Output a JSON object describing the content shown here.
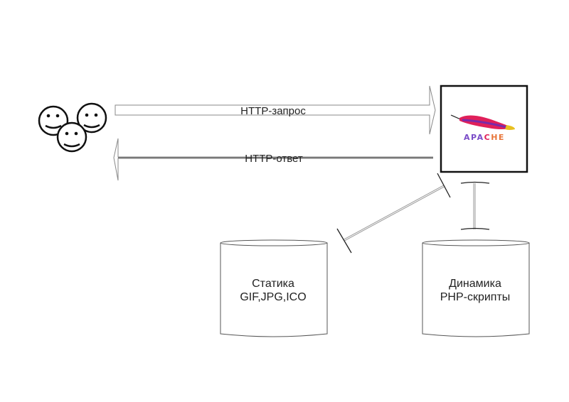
{
  "diagram": {
    "users": {
      "icon": "smiley-group-icon",
      "count": 3
    },
    "server": {
      "name": "APACHE",
      "icon": "apache-feather-icon",
      "colors": {
        "feather_red": "#e0205a",
        "feather_purple": "#7a2aa8",
        "feather_tip": "#e8c020",
        "text_left": "#7a4cc8",
        "text_right": "#e8763a"
      }
    },
    "arrows": {
      "request": {
        "label": "HTTP-запрос",
        "direction": "right"
      },
      "response": {
        "label": "HTTP-ответ",
        "direction": "left"
      }
    },
    "storages": [
      {
        "line1": "Статика",
        "line2": "GIF,JPG,ICO"
      },
      {
        "line1": "Динамика",
        "line2": "PHP-скрипты"
      }
    ]
  }
}
